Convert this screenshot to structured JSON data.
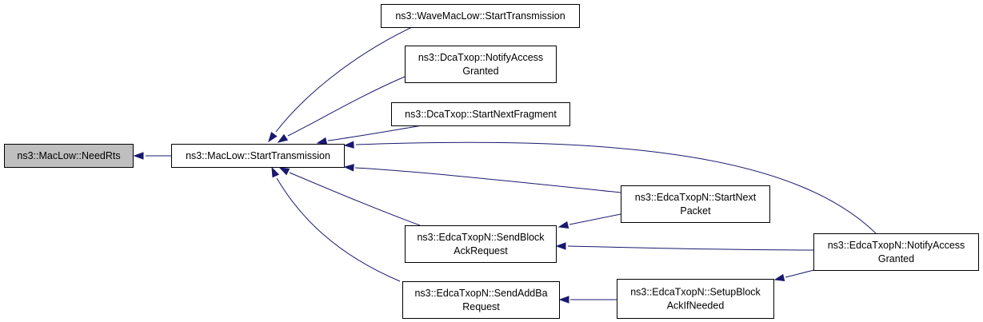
{
  "colors": {
    "edge": "#191970",
    "root_fill": "#bfbfbf",
    "node_fill": "#ffffff",
    "node_border": "#000000"
  },
  "nodes": {
    "need_rts": {
      "lines": [
        "ns3::MacLow::NeedRts"
      ]
    },
    "start_tx": {
      "lines": [
        "ns3::MacLow::StartTransmission"
      ]
    },
    "wave_start_tx": {
      "lines": [
        "ns3::WaveMacLow::StartTransmission"
      ]
    },
    "dca_notify": {
      "lines": [
        "ns3::DcaTxop::NotifyAccess",
        "Granted"
      ]
    },
    "dca_next_frag": {
      "lines": [
        "ns3::DcaTxop::StartNextFragment"
      ]
    },
    "edca_next_packet": {
      "lines": [
        "ns3::EdcaTxopN::StartNext",
        "Packet"
      ]
    },
    "edca_send_bar": {
      "lines": [
        "ns3::EdcaTxopN::SendBlock",
        "AckRequest"
      ]
    },
    "edca_notify": {
      "lines": [
        "ns3::EdcaTxopN::NotifyAccess",
        "Granted"
      ]
    },
    "edca_send_addba": {
      "lines": [
        "ns3::EdcaTxopN::SendAddBa",
        "Request"
      ]
    },
    "edca_setup_ba": {
      "lines": [
        "ns3::EdcaTxopN::SetupBlock",
        "AckIfNeeded"
      ]
    }
  },
  "edges": [
    {
      "from": "start_tx",
      "to": "need_rts"
    },
    {
      "from": "wave_start_tx",
      "to": "start_tx"
    },
    {
      "from": "dca_notify",
      "to": "start_tx"
    },
    {
      "from": "dca_next_frag",
      "to": "start_tx"
    },
    {
      "from": "edca_notify",
      "to": "start_tx"
    },
    {
      "from": "edca_next_packet",
      "to": "start_tx"
    },
    {
      "from": "edca_send_bar",
      "to": "start_tx"
    },
    {
      "from": "edca_send_addba",
      "to": "start_tx"
    },
    {
      "from": "edca_next_packet",
      "to": "edca_send_bar"
    },
    {
      "from": "edca_notify",
      "to": "edca_send_bar"
    },
    {
      "from": "edca_setup_ba",
      "to": "edca_send_addba"
    },
    {
      "from": "edca_notify",
      "to": "edca_setup_ba"
    }
  ]
}
